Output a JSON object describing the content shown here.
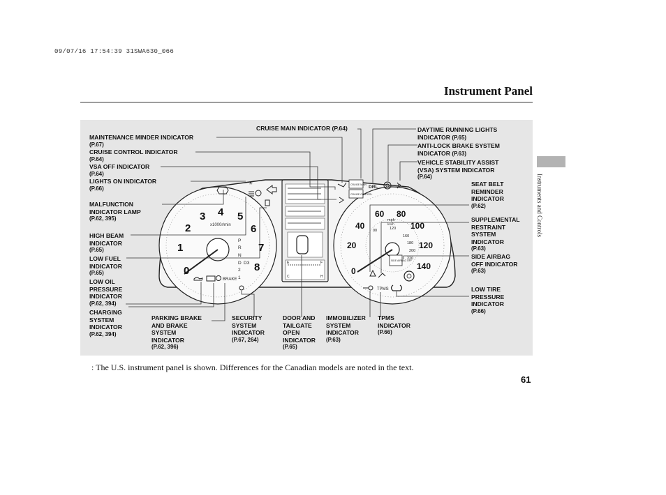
{
  "header": {
    "stamp": "09/07/16 17:54:39 31SWA630_066",
    "title": "Instrument Panel",
    "side_tab": "Instruments and Controls"
  },
  "footer": {
    "note": ":  The U.S. instrument panel is shown. Differences for the Canadian models are noted in the text.",
    "page_number": "61"
  },
  "labels": {
    "cruise_main": {
      "l1": "CRUISE MAIN INDICATOR (P.64)"
    },
    "maintenance": {
      "l1": "MAINTENANCE MINDER INDICATOR",
      "ref": "(P.67)"
    },
    "cruise_control": {
      "l1": "CRUISE CONTROL INDICATOR",
      "ref": "(P.64)"
    },
    "vsa_off": {
      "l1": "VSA OFF INDICATOR",
      "ref": "(P.64)"
    },
    "lights_on": {
      "l1": "LIGHTS ON INDICATOR",
      "ref": "(P.66)"
    },
    "malfunction": {
      "l1": "MALFUNCTION",
      "l2": "INDICATOR LAMP",
      "ref": "(P.62, 395)"
    },
    "high_beam": {
      "l1": "HIGH BEAM",
      "l2": "INDICATOR",
      "ref": "(P.65)"
    },
    "low_fuel": {
      "l1": "LOW FUEL",
      "l2": "INDICATOR",
      "ref": "(P.65)"
    },
    "low_oil": {
      "l1": "LOW OIL",
      "l2": "PRESSURE",
      "l3": "INDICATOR",
      "ref": "(P.62, 394)"
    },
    "charging": {
      "l1": "CHARGING",
      "l2": "SYSTEM",
      "l3": "INDICATOR",
      "ref": "(P.62, 394)"
    },
    "parking_brake": {
      "l1": "PARKING BRAKE",
      "l2": "AND BRAKE",
      "l3": "SYSTEM",
      "l4": "INDICATOR",
      "ref": "(P.62, 396)"
    },
    "security": {
      "l1": "SECURITY",
      "l2": "SYSTEM",
      "l3": "INDICATOR",
      "ref": "(P.67, 264)"
    },
    "door": {
      "l1": "DOOR AND",
      "l2": "TAILGATE",
      "l3": "OPEN",
      "l4": "INDICATOR",
      "ref": "(P.65)"
    },
    "immobilizer": {
      "l1": "IMMOBILIZER",
      "l2": "SYSTEM",
      "l3": "INDICATOR",
      "ref": "(P.63)"
    },
    "tpms": {
      "l1": "TPMS",
      "l2": "INDICATOR",
      "ref": "(P.66)"
    },
    "drl": {
      "l1": "DAYTIME RUNNING LIGHTS",
      "l2": "INDICATOR",
      "ref": "(P.65)"
    },
    "abs": {
      "l1": "ANTI-LOCK BRAKE SYSTEM",
      "l2": "INDICATOR",
      "ref": "(P.63)"
    },
    "vsa": {
      "l1": "VEHICLE STABILITY ASSIST",
      "l2": "(VSA) SYSTEM INDICATOR",
      "ref": "(P.64)"
    },
    "seat_belt": {
      "l1": "SEAT BELT",
      "l2": "REMINDER",
      "l3": "INDICATOR",
      "ref": "(P.62)"
    },
    "srs": {
      "l1": "SUPPLEMENTAL",
      "l2": "RESTRAINT",
      "l3": "SYSTEM",
      "l4": "INDICATOR",
      "ref": "(P.63)"
    },
    "side_airbag": {
      "l1": "SIDE AIRBAG",
      "l2": "OFF INDICATOR",
      "ref": "(P.63)"
    },
    "low_tire": {
      "l1": "LOW TIRE",
      "l2": "PRESSURE",
      "l3": "INDICATOR",
      "ref": "(P.66)"
    }
  },
  "dials": {
    "tach_numbers": [
      "0",
      "1",
      "2",
      "3",
      "4",
      "5",
      "6",
      "7",
      "8"
    ],
    "tach_unit": "x1000r/min",
    "gear_letters": [
      "P",
      "R",
      "N",
      "D",
      "D3",
      "2",
      "1"
    ],
    "speed_numbers": [
      "0",
      "20",
      "40",
      "60",
      "80",
      "100",
      "120",
      "140"
    ],
    "speed_unit": "mph",
    "inner_speed_numbers": [
      "00",
      "120",
      "160",
      "180",
      "200",
      "220"
    ],
    "inner_speed_unit": "km/h",
    "brake_label": "BRAKE",
    "tpms_label": "TPMS",
    "drl_label": "DRL",
    "cruise_main_box": "CRUISE MAIN",
    "cruise_control_box": "CRUISE CONTROL",
    "fuel_letters": [
      "E",
      "F"
    ],
    "temp_letters": [
      "C",
      "H"
    ],
    "side_airbag_box": "SIDE AIRBAG OFF"
  }
}
